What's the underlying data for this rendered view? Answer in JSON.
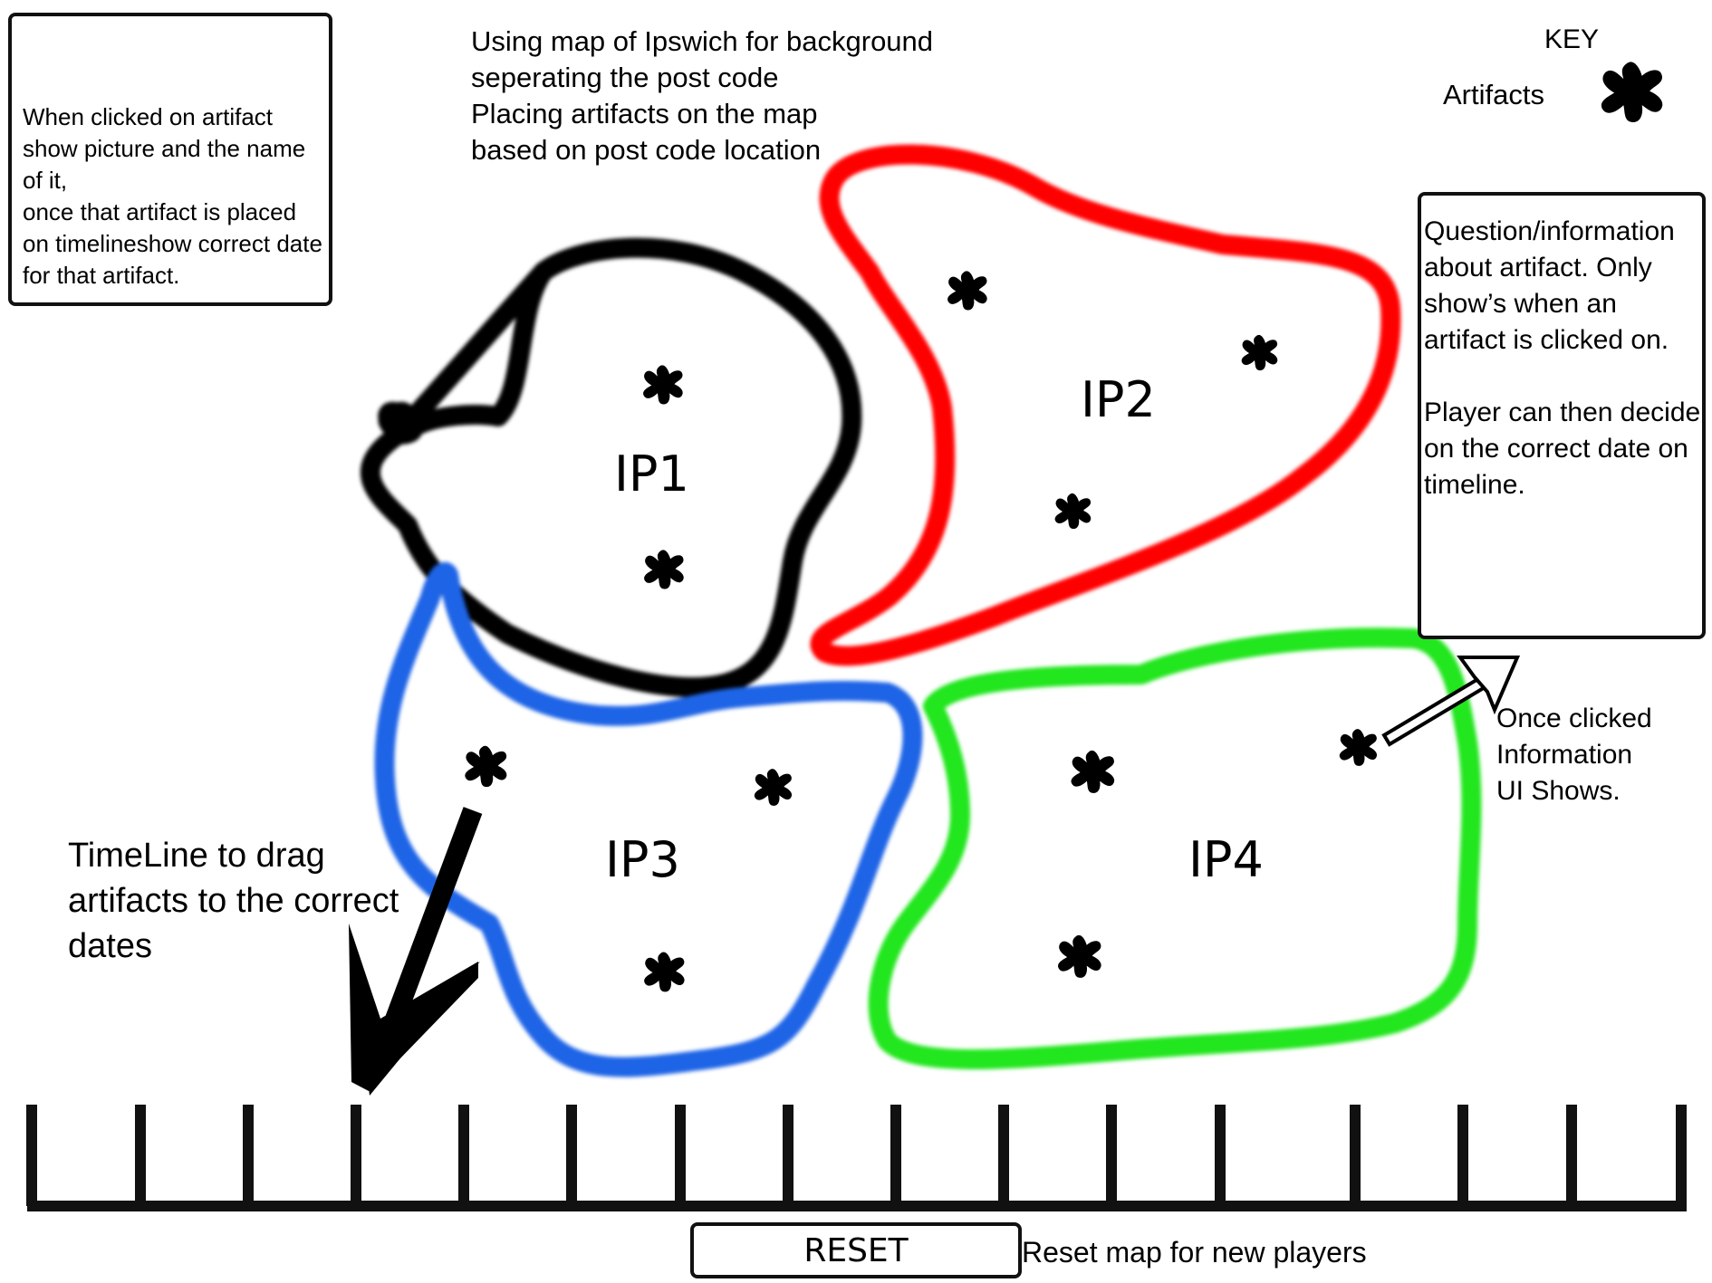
{
  "notes": {
    "top_left": "When clicked on artifact show picture and the name of it,\nonce that artifact is placed on timelineshow correct date for that artifact.",
    "top_center": "Using map of Ipswich for background\nseperating the post code\nPlacing artifacts on the map\nbased on post code location",
    "timeline": "TimeLine to drag\nartifacts to the correct\ndates",
    "once_clicked": "Once clicked\nInformation\nUI Shows.",
    "reset_note": "Reset map for new players"
  },
  "key": {
    "title": "KEY",
    "artifacts_label": "Artifacts",
    "icon": "artifact-splat-icon"
  },
  "info_panel": {
    "text": "Question/information about artifact. Only show’s when an artifact is clicked on.\n\nPlayer can then decide on the correct date on timeline."
  },
  "regions": [
    {
      "label": "IP1",
      "color": "#000000"
    },
    {
      "label": "IP2",
      "color": "#ff0000"
    },
    {
      "label": "IP3",
      "color": "#1e64e6"
    },
    {
      "label": "IP4",
      "color": "#22e61e"
    }
  ],
  "timeline_ticks": 16,
  "reset_button": {
    "label": "RESET"
  }
}
